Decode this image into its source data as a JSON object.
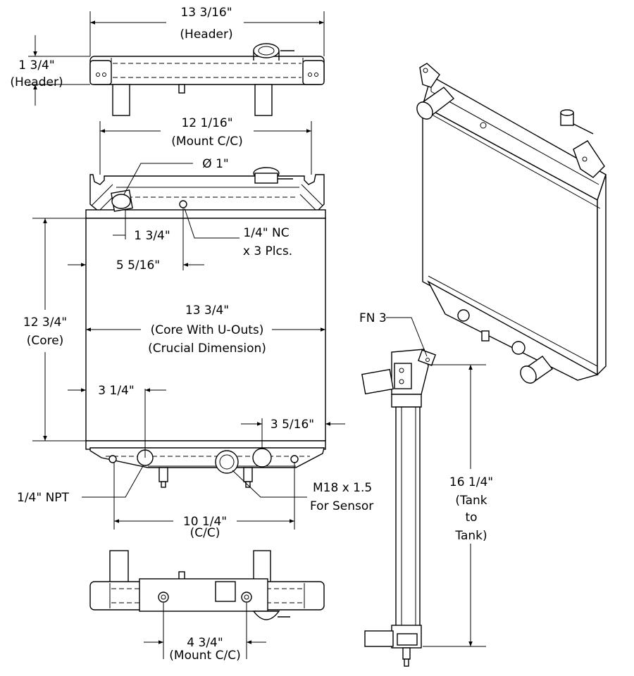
{
  "dimensions": {
    "header_width": {
      "value": "13 3/16\"",
      "note": "(Header)"
    },
    "header_height": {
      "value": "1 3/4\"",
      "note": "(Header)"
    },
    "mount_cc_top": {
      "value": "12 1/16\"",
      "note": "(Mount C/C)"
    },
    "inlet_dia": {
      "value": "Ø 1\""
    },
    "inlet_offset": {
      "value": "1 3/4\""
    },
    "tapped_hole": {
      "line1": "1/4\" NC",
      "line2": "x 3 Plcs."
    },
    "hole_offset": {
      "value": "5 5/16\""
    },
    "core_height": {
      "value": "12 3/4\"",
      "note": "(Core)"
    },
    "core_width": {
      "value": "13 3/4\"",
      "note": "(Core With U-Outs)",
      "note2": "(Crucial Dimension)"
    },
    "npt_offset": {
      "value": "3 1/4\""
    },
    "outlet_offset": {
      "value": "3 5/16\""
    },
    "npt_port": {
      "value": "1/4\" NPT"
    },
    "sensor_port": {
      "line1": "M18 x 1.5",
      "line2": "For Sensor"
    },
    "bottom_cc": {
      "value": "10 1/4\"",
      "note": "(C/C)"
    },
    "mount_cc_bottom": {
      "value": "4 3/4\"",
      "note": "(Mount C/C)"
    },
    "tank_to_tank": {
      "value": "16 1/4\"",
      "line2": "(Tank",
      "line3": "to",
      "line4": "Tank)"
    },
    "fn_note": {
      "value": "FN 3"
    }
  }
}
